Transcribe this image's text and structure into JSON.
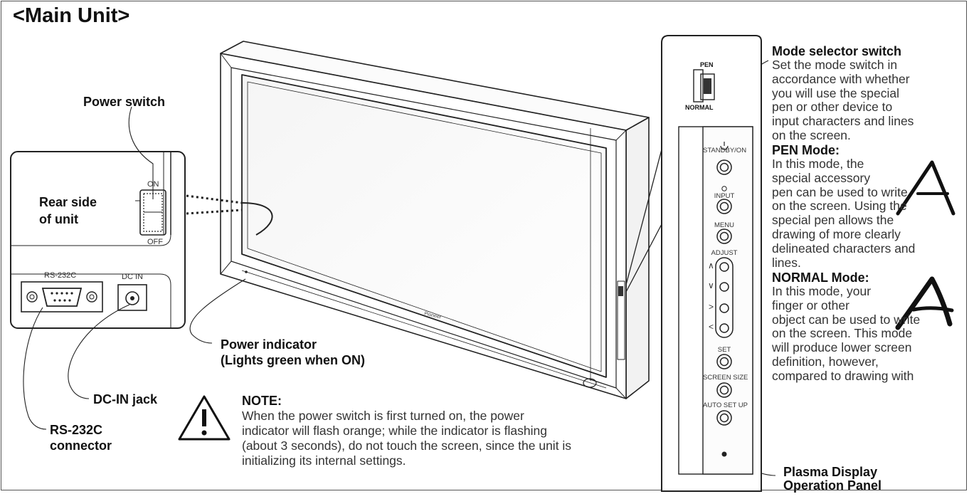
{
  "title": "<Main Unit>",
  "labels": {
    "power_switch": "Power switch",
    "rear_side": "Rear side\nof unit",
    "rear_side_line1": "Rear side",
    "rear_side_line2": "of unit",
    "power_indicator_line1": "Power indicator",
    "power_indicator_line2": "(Lights green when ON)",
    "dc_in_jack": "DC-IN jack",
    "rs232c_line1": "RS-232C",
    "rs232c_line2": "connector",
    "operation_panel_line1": "Plasma Display",
    "operation_panel_line2": "Operation Panel",
    "mode_selector": "Mode selector switch"
  },
  "rear_panel": {
    "on": "ON",
    "off": "OFF",
    "rs232c": "RS-232C",
    "dc_in": "DC IN"
  },
  "display": {
    "brand": "Pioneer"
  },
  "mode_switch": {
    "pen": "PEN",
    "normal": "NORMAL"
  },
  "operation_panel": {
    "standby_on": "STANDBY/ON",
    "input": "INPUT",
    "menu": "MENU",
    "adjust": "ADJUST",
    "up": "∧",
    "down": "∨",
    "right": ">",
    "left": "<",
    "set": "SET",
    "screen_size": "SCREEN SIZE",
    "auto_set_up": "AUTO SET UP"
  },
  "note": {
    "heading": "NOTE:",
    "lines": [
      "When the power switch is first turned on, the power",
      "indicator will flash orange; while the indicator is flashing",
      "(about 3 seconds), do not touch the screen, since the unit is",
      "initializing its internal settings."
    ]
  },
  "mode_text": {
    "intro_lines": [
      "Set the mode switch in",
      "accordance with whether",
      "you will use the special",
      "pen or other device to",
      "input characters and lines",
      "on the screen."
    ],
    "pen_heading": "PEN Mode:",
    "pen_lines": [
      "In this mode, the",
      "special accessory",
      "pen can be used to write",
      "on the screen. Using the",
      "special pen allows the",
      "drawing of more clearly",
      "delineated characters and",
      "lines."
    ],
    "normal_heading": "NORMAL Mode:",
    "normal_lines": [
      "In this mode, your",
      "finger or other",
      "object can be used to write",
      "on the screen. This mode",
      "will produce lower screen",
      "definition, however,",
      "compared to drawing with"
    ]
  }
}
